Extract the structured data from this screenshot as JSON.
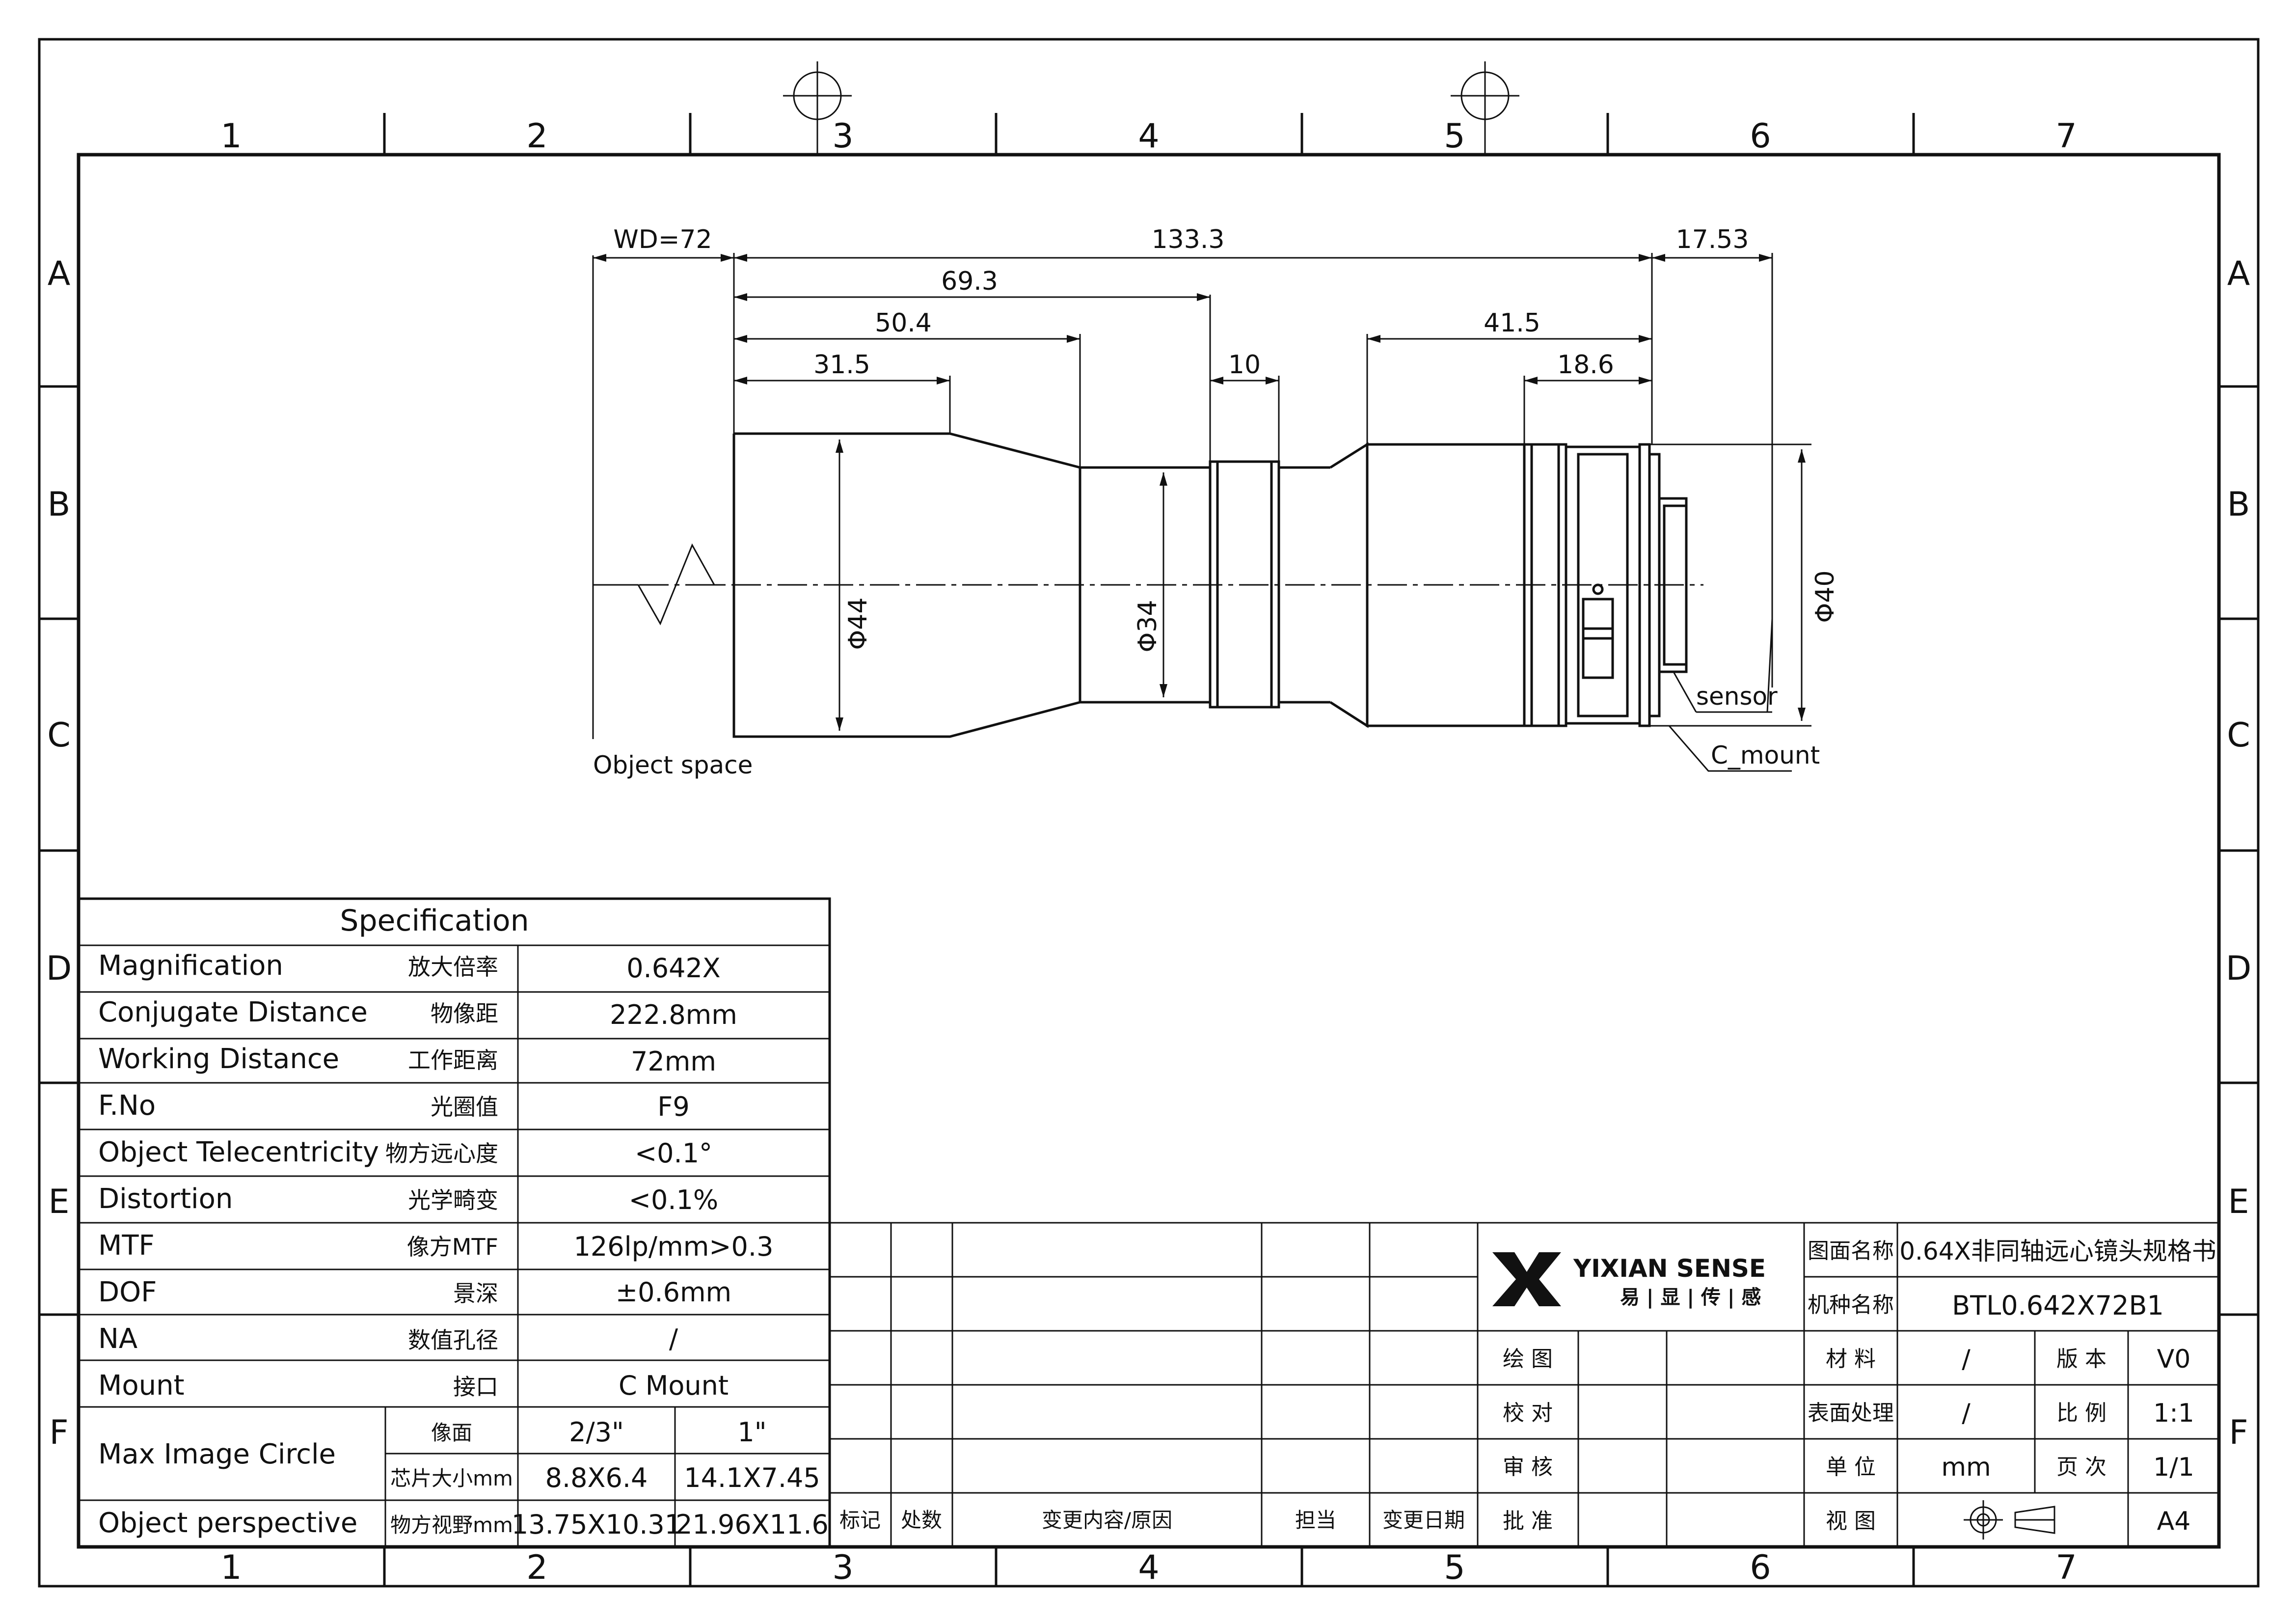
{
  "frame": {
    "col_labels": [
      "1",
      "2",
      "3",
      "4",
      "5",
      "6",
      "7"
    ],
    "row_labels": [
      "A",
      "B",
      "C",
      "D",
      "E",
      "F"
    ]
  },
  "drawing": {
    "dimensions": {
      "wd": "WD=72",
      "total_length": "133.3",
      "d69": "69.3",
      "d50": "50.4",
      "d31": "31.5",
      "d10": "10",
      "d41": "41.5",
      "d18": "18.6",
      "d17": "17.53",
      "dia44": "Φ44",
      "dia34": "Φ34",
      "dia40": "Φ40"
    },
    "labels": {
      "object_space": "Object space",
      "sensor": "sensor",
      "c_mount": "C_mount"
    }
  },
  "spec_table": {
    "title": "Specification",
    "rows": [
      {
        "en": "Magnification",
        "cn": "放大倍率",
        "value": "0.642X"
      },
      {
        "en": "Conjugate Distance",
        "cn": "物像距",
        "value": "222.8mm"
      },
      {
        "en": "Working Distance",
        "cn": "工作距离",
        "value": "72mm"
      },
      {
        "en": "F.No",
        "cn": "光圈值",
        "value": "F9"
      },
      {
        "en": "Object Telecentricity",
        "cn": "物方远心度",
        "value": "<0.1°"
      },
      {
        "en": "Distortion",
        "cn": "光学畸变",
        "value": "<0.1%"
      },
      {
        "en": "MTF",
        "cn": "像方MTF",
        "value": "126lp/mm>0.3"
      },
      {
        "en": "DOF",
        "cn": "景深",
        "value": "±0.6mm"
      },
      {
        "en": "NA",
        "cn": "数值孔径",
        "value": "/"
      },
      {
        "en": "Mount",
        "cn": "接口",
        "value": "C Mount"
      }
    ],
    "max_image_circle": {
      "en": "Max Image Circle",
      "sub1": "像面",
      "sub2": "芯片大小mm",
      "a1": "2/3\"",
      "a2": "1\"",
      "b1": "8.8X6.4",
      "b2": "14.1X7.45"
    },
    "object_perspective": {
      "en": "Object perspective",
      "cn": "物方视野mm",
      "v1": "13.75X10.31",
      "v2": "21.96X11.6"
    }
  },
  "revision_block": {
    "headers": [
      "标记",
      "处数",
      "变更内容/原因",
      "担当",
      "变更日期"
    ]
  },
  "title_block": {
    "brand": "YIXIAN SENSE",
    "brand_cn": "易 | 显 | 传 | 感",
    "drawing_name_label": "图面名称",
    "drawing_name": "0.64X非同轴远心镜头规格书",
    "model_label": "机种名称",
    "model": "BTL0.642X72B1",
    "draw_label": "绘 图",
    "check_label": "校 对",
    "review_label": "审 核",
    "approve_label": "批 准",
    "material_label": "材 料",
    "material": "/",
    "version_label": "版 本",
    "version": "V0",
    "surface_label": "表面处理",
    "surface": "/",
    "scale_label": "比 例",
    "scale": "1:1",
    "unit_label": "单 位",
    "unit": "mm",
    "page_label": "页 次",
    "page": "1/1",
    "view_label": "视 图",
    "paper_size": "A4"
  }
}
